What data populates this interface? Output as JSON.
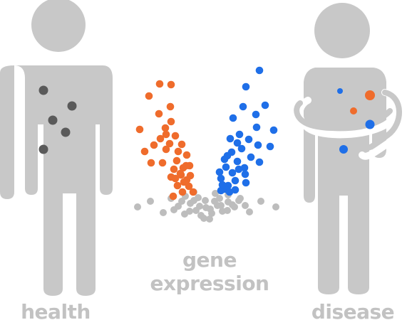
{
  "labels": {
    "health": "health",
    "gene_line1": "gene",
    "gene_line2": "expression",
    "disease": "disease"
  },
  "colors": {
    "figure": "#c8c8c8",
    "text": "#c2c2c2",
    "healthy_cell": "#5a5a5a",
    "neutral_point": "#bdbdbd",
    "down_regulated": "#ef6c2c",
    "up_regulated": "#1f6fe8",
    "background": "#ffffff"
  },
  "icons": {
    "left_figure": "person-standing-icon",
    "right_figure": "person-holding-stomach-icon"
  },
  "volcano_groups": [
    "neutral",
    "down_regulated",
    "up_regulated"
  ]
}
